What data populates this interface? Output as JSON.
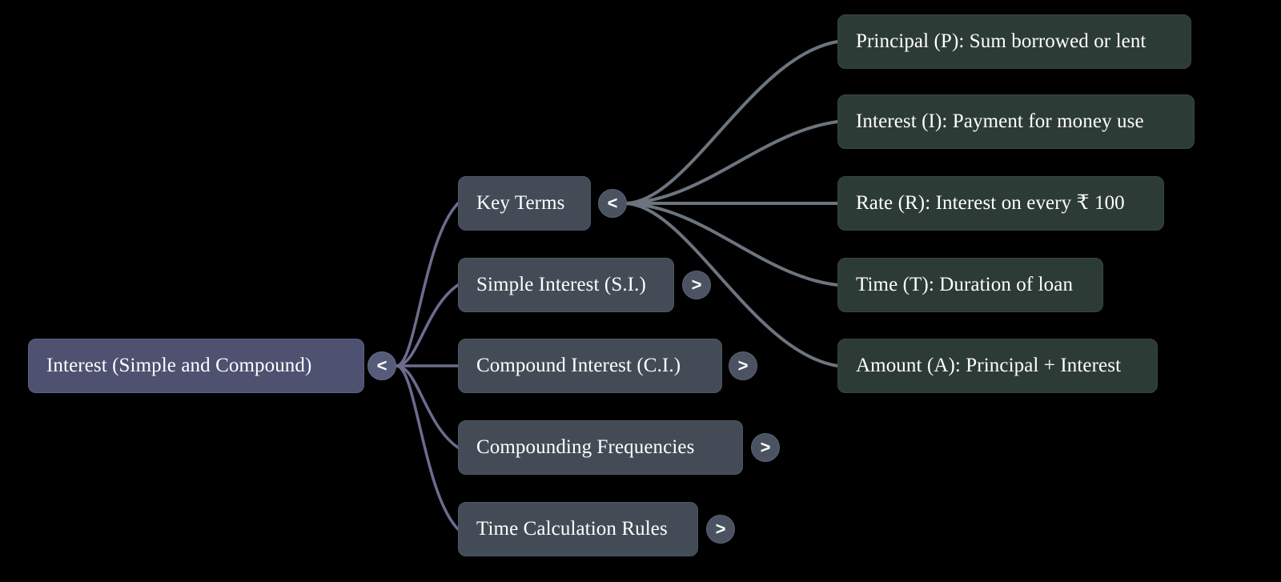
{
  "diagram": {
    "type": "mindmap",
    "title": "Interest (Simple and Compound)",
    "background_color": "#000000",
    "colors": {
      "root_node": "#4e5170",
      "branch_node": "#434c56",
      "leaf_node": "#2d3b36",
      "edge_root": "#6b6d8e",
      "edge_branch": "#6c757f",
      "toggle": "#4b5362",
      "text": "#ffffff"
    }
  },
  "root": {
    "label": "Interest (Simple and Compound)",
    "toggle_glyph": "<",
    "toggle_state": "expanded"
  },
  "branches": [
    {
      "label": "Key Terms",
      "toggle_glyph": "<",
      "toggle_state": "expanded"
    },
    {
      "label": "Simple Interest (S.I.)",
      "toggle_glyph": ">",
      "toggle_state": "collapsed"
    },
    {
      "label": "Compound Interest (C.I.)",
      "toggle_glyph": ">",
      "toggle_state": "collapsed"
    },
    {
      "label": "Compounding Frequencies",
      "toggle_glyph": ">",
      "toggle_state": "collapsed"
    },
    {
      "label": "Time Calculation Rules",
      "toggle_glyph": ">",
      "toggle_state": "collapsed"
    }
  ],
  "leaves": [
    {
      "label": "Principal (P): Sum borrowed or lent"
    },
    {
      "label": "Interest (I): Payment for money use"
    },
    {
      "label": "Rate (R): Interest on every ₹ 100"
    },
    {
      "label": "Time (T): Duration of loan"
    },
    {
      "label": "Amount (A): Principal + Interest"
    }
  ]
}
